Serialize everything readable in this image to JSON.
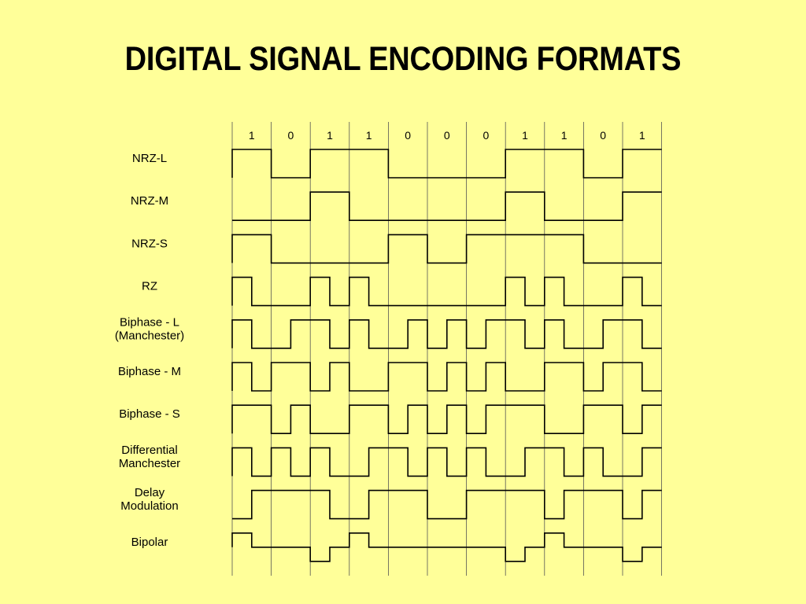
{
  "title": "DIGITAL SIGNAL ENCODING FORMATS",
  "bits": [
    "1",
    "0",
    "1",
    "1",
    "0",
    "0",
    "0",
    "1",
    "1",
    "0",
    "1"
  ],
  "rows": [
    {
      "label": [
        "NRZ-L"
      ],
      "waveform": [
        1,
        1,
        0,
        0,
        1,
        1,
        1,
        1,
        0,
        0,
        0,
        0,
        0,
        0,
        1,
        1,
        1,
        1,
        0,
        0,
        1,
        1
      ]
    },
    {
      "label": [
        "NRZ-M"
      ],
      "waveform": [
        0,
        0,
        0,
        0,
        1,
        1,
        0,
        0,
        0,
        0,
        0,
        0,
        0,
        0,
        1,
        1,
        0,
        0,
        0,
        0,
        1,
        1
      ]
    },
    {
      "label": [
        "NRZ-S"
      ],
      "waveform": [
        1,
        1,
        0,
        0,
        0,
        0,
        0,
        0,
        1,
        1,
        0,
        0,
        1,
        1,
        1,
        1,
        1,
        1,
        0,
        0,
        0,
        0
      ]
    },
    {
      "label": [
        "RZ"
      ],
      "waveform": [
        1,
        0,
        0,
        0,
        1,
        0,
        1,
        0,
        0,
        0,
        0,
        0,
        0,
        0,
        1,
        0,
        1,
        0,
        0,
        0,
        1,
        0
      ]
    },
    {
      "label": [
        "Biphase - L",
        "(Manchester)"
      ],
      "waveform": [
        1,
        0,
        0,
        1,
        1,
        0,
        1,
        0,
        0,
        1,
        0,
        1,
        0,
        1,
        1,
        0,
        1,
        0,
        0,
        1,
        1,
        0
      ]
    },
    {
      "label": [
        "Biphase - M"
      ],
      "waveform": [
        1,
        0,
        1,
        1,
        0,
        1,
        0,
        0,
        1,
        1,
        0,
        1,
        0,
        1,
        0,
        0,
        1,
        1,
        0,
        1,
        1,
        0
      ]
    },
    {
      "label": [
        "Biphase - S"
      ],
      "waveform": [
        1,
        1,
        0,
        1,
        0,
        0,
        1,
        1,
        0,
        1,
        0,
        1,
        0,
        1,
        1,
        1,
        0,
        0,
        1,
        1,
        0,
        1
      ]
    },
    {
      "label": [
        "Differential",
        "Manchester"
      ],
      "waveform": [
        1,
        0,
        1,
        0,
        1,
        0,
        0,
        1,
        1,
        0,
        1,
        0,
        1,
        0,
        0,
        1,
        1,
        0,
        1,
        0,
        0,
        1
      ]
    },
    {
      "label": [
        "Delay",
        "Modulation"
      ],
      "waveform": [
        0,
        1,
        1,
        1,
        1,
        0,
        0,
        1,
        1,
        1,
        0,
        0,
        1,
        1,
        1,
        1,
        0,
        1,
        1,
        1,
        0,
        1
      ]
    },
    {
      "label": [
        "Bipolar"
      ],
      "waveform": [
        1,
        0,
        0,
        0,
        -1,
        0,
        1,
        0,
        0,
        0,
        0,
        0,
        0,
        0,
        -1,
        0,
        1,
        0,
        0,
        0,
        -1,
        0
      ]
    }
  ]
}
